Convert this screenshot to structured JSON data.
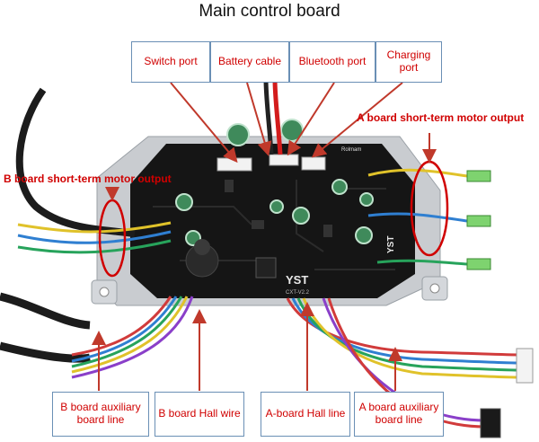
{
  "title": "Main control board",
  "labels": {
    "switch_port": "Switch port",
    "battery_cable": "Battery cable",
    "bluetooth_port": "Bluetooth port",
    "charging_port": "Charging port",
    "a_motor_output": "A board short-term motor output",
    "b_motor_output": "B board short-term motor output",
    "b_aux_line": "B board auxiliary board line",
    "b_hall_wire": "B board Hall wire",
    "a_hall_line": "A-board Hall line",
    "a_aux_line": "A board auxiliary board line"
  },
  "board_silkscreen": {
    "logo": "YST",
    "side_logo": "YST",
    "model": "CXT-V2.2",
    "brand": "Rolmam"
  },
  "colors": {
    "label_text": "#d00000",
    "label_border": "#6a8fb5",
    "arrow": "#c0392b",
    "pcb": "#151515",
    "bracket": "#c9ccd0"
  }
}
